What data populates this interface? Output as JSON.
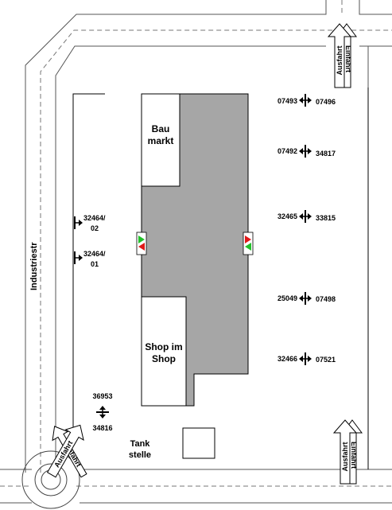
{
  "street": {
    "name": "Industriestr"
  },
  "buildings": {
    "baumarkt": [
      "Bau",
      "markt"
    ],
    "shop": [
      "Shop im",
      "Shop"
    ],
    "tankstelle": [
      "Tank",
      "stelle"
    ]
  },
  "gates": {
    "einfahrt": "Einfahrt",
    "ausfahrt": "Ausfahrt"
  },
  "parking_ids": {
    "row1_left": "07493",
    "row1_right": "07496",
    "row2_left": "07492",
    "row2_right": "34817",
    "row3_left": "32465",
    "row3_right": "33815",
    "row4_left": "25049",
    "row4_right": "07498",
    "row5_left": "32466",
    "row5_right": "07521",
    "west1_a": "32464/",
    "west1_b": "02",
    "west2_a": "32464/",
    "west2_b": "01",
    "south_top": "36953",
    "south_bottom": "34816"
  },
  "colors": {
    "building": "#a6a6a6",
    "line": "#000000",
    "arrow_green": "#22c12a",
    "arrow_red": "#e01919"
  }
}
